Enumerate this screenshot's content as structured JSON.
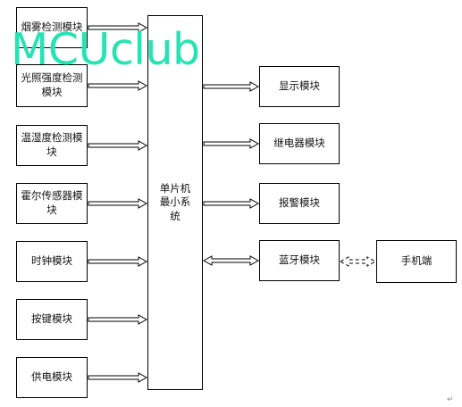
{
  "watermark": "MCUclub",
  "center": {
    "label": "单片机\n最小系统"
  },
  "inputs": [
    {
      "id": "smoke",
      "label": "烟雾检测模块"
    },
    {
      "id": "light",
      "label": "光照强度检测模块"
    },
    {
      "id": "temp_humidity",
      "label": "温湿度检测模块"
    },
    {
      "id": "hall",
      "label": "霍尔传感器模块"
    },
    {
      "id": "clock",
      "label": "时钟模块"
    },
    {
      "id": "keypad",
      "label": "按键模块"
    },
    {
      "id": "power",
      "label": "供电模块"
    }
  ],
  "outputs": [
    {
      "id": "display",
      "label": "显示模块"
    },
    {
      "id": "relay",
      "label": "继电器模块"
    },
    {
      "id": "alarm",
      "label": "报警模块"
    },
    {
      "id": "bluetooth",
      "label": "蓝牙模块"
    }
  ],
  "phone": {
    "label": "手机端"
  },
  "end_mark": "↵"
}
